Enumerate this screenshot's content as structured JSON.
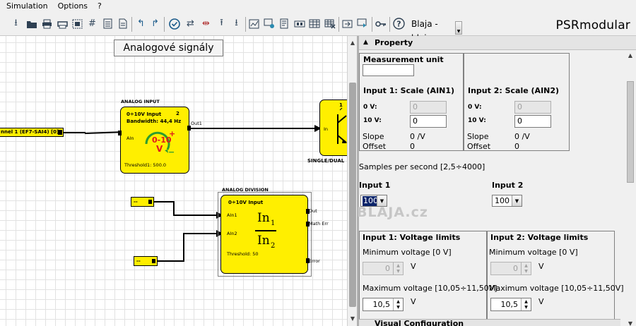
{
  "menu": {
    "items": [
      "Simulation",
      "Options",
      "?"
    ]
  },
  "toolbar": {
    "user_field": "Blaja - blaja",
    "brand": "PSRmodular",
    "icons": [
      "download-icon",
      "open-folder-icon",
      "print-icon",
      "print-preview-icon",
      "grid-select-icon",
      "grid-icon",
      "checklist-icon",
      "document-icon",
      "undo-icon",
      "redo-icon",
      "verify-icon",
      "connect-icon",
      "disconnect-icon",
      "upload-icon",
      "download-device-icon",
      "chart-icon",
      "monitor-icon",
      "report-icon",
      "memory-icon",
      "table-icon",
      "table-remove-icon",
      "export-icon",
      "import-icon",
      "key-icon",
      "help-icon"
    ]
  },
  "canvas": {
    "title": "Analogové signály",
    "analog_input": {
      "title": "ANALOG INPUT",
      "line1": "0÷10V Input",
      "channel_no": "2",
      "line2": "Bandwidth: 44,4 Hz",
      "gauge_text": "0-10",
      "gauge_unit": "V",
      "plus": "+",
      "minus": "−",
      "port_in": "AIn",
      "port_out": "Out1",
      "threshold": "Threshold1: 500.0"
    },
    "channel_label": "nnel 1 (EF7-SAI4) [0]",
    "single_dual": {
      "title": "SINGLE/DUAL",
      "port_in": "In",
      "channel_no": "1"
    },
    "analog_division": {
      "title": "ANALOG DIVISION",
      "line1": "0÷10V Input",
      "port_in1": "AIn1",
      "port_in2": "AIn2",
      "numerator": "In",
      "numerator_sub": "1",
      "denominator": "In",
      "denominator_sub": "2",
      "threshold": "Threshold: 50",
      "port_out": "Out",
      "port_math": "Math Err",
      "port_error": "Error"
    },
    "connector1": "--",
    "connector2": "--"
  },
  "panel": {
    "title": "Property",
    "measurement_unit_label": "Measurement unit",
    "measurement_unit_value": "",
    "scale1": {
      "title": "Input 1: Scale (AIN1)",
      "v0_label": "0 V:",
      "v0": "0",
      "v10_label": "10 V:",
      "v10": "0",
      "slope_label": "Slope",
      "slope": "0 /V",
      "offset_label": "Offset",
      "offset": "0"
    },
    "scale2": {
      "title": "Input 2: Scale (AIN2)",
      "v0_label": "0 V:",
      "v0": "0",
      "v10_label": "10 V:",
      "v10": "0",
      "slope_label": "Slope",
      "slope": "0 /V",
      "offset_label": "Offset",
      "offset": "0"
    },
    "samples_label": "Samples per second [2,5÷4000]",
    "input1_label": "Input 1",
    "input1_value": "100",
    "input2_label": "Input 2",
    "input2_value": "100",
    "watermark": "BLAJA.cz",
    "limits1": {
      "title": "Input 1: Voltage limits",
      "min_label": "Minimum voltage [0 V]",
      "min_value": "0",
      "min_unit": "V",
      "max_label": "Maximum voltage [10,05÷11,50V]",
      "max_value": "10,5",
      "max_unit": "V"
    },
    "limits2": {
      "title": "Input 2: Voltage limits",
      "min_label": "Minimum voltage [0 V]",
      "min_value": "0",
      "min_unit": "V",
      "max_label": "Maximum voltage [10,05÷11,50V]",
      "max_value": "10,5",
      "max_unit": "V"
    },
    "next_section": "Visual Configuration"
  },
  "colors": {
    "block_fill": "#ffef00",
    "gauge_green": "#2e9d2e",
    "gauge_red": "#e0191b",
    "selection": "#0a246a"
  }
}
